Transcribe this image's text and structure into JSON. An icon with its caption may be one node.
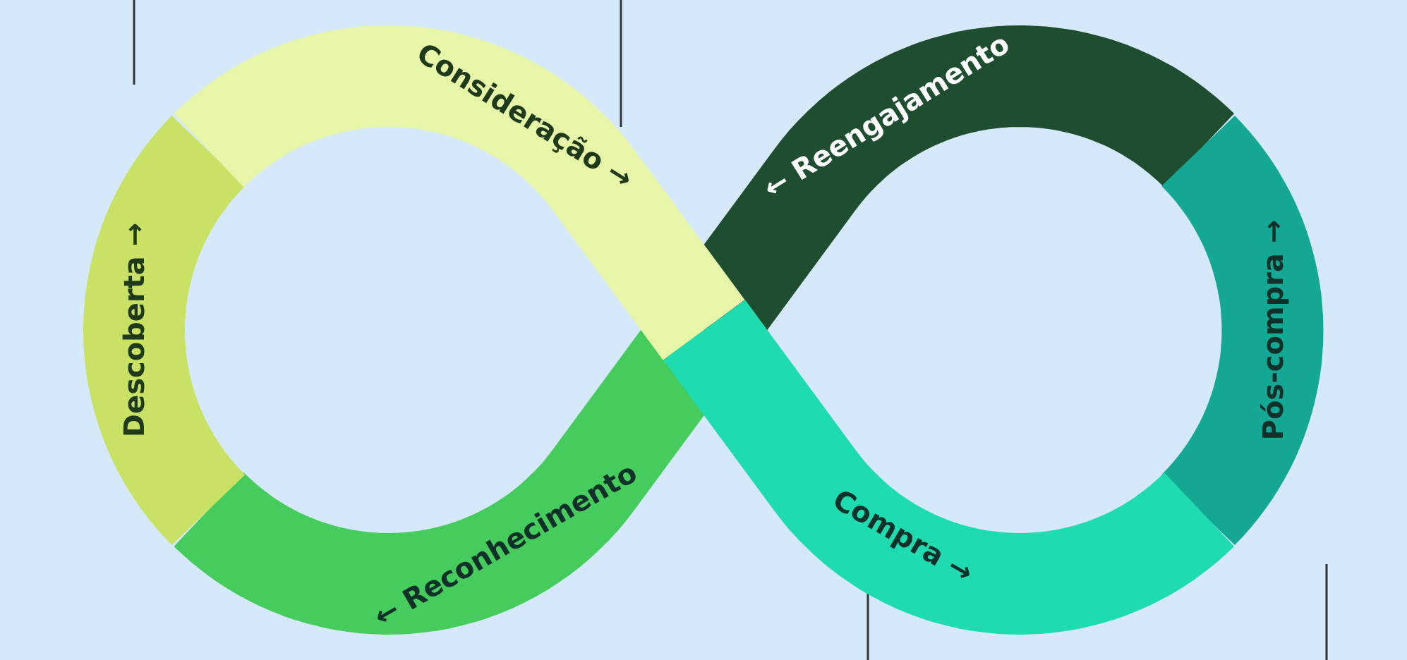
{
  "diagram": {
    "nodes": [
      {
        "text": [
          "Descoberta →"
        ]
      },
      {
        "text": [
          "Consideração →"
        ]
      },
      {
        "text": [
          "Compra →"
        ]
      },
      {
        "text": [
          "Pós-compra →"
        ]
      },
      {
        "text": [
          "← Reengajamento"
        ]
      },
      {
        "text": [
          "← Reconhecimento"
        ]
      }
    ]
  }
}
